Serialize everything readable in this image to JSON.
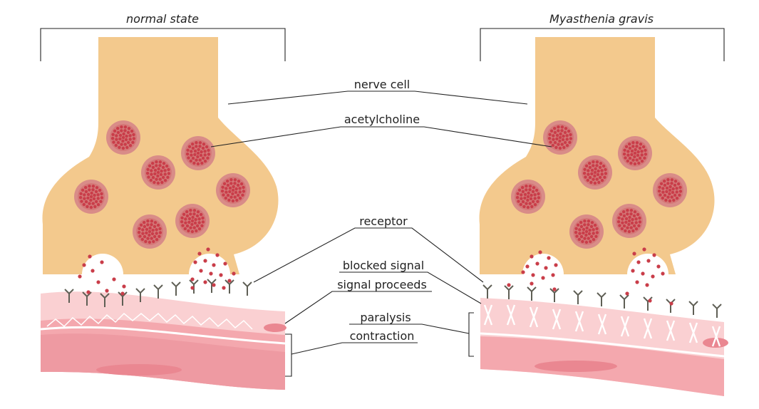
{
  "panels": {
    "left_title": "normal state",
    "right_title": "Myasthenia gravis"
  },
  "labels": {
    "nerve_cell": "nerve cell",
    "acetylcholine": "acetylcholine",
    "receptor": "receptor",
    "blocked_signal": "blocked signal",
    "signal_proceeds": "signal proceeds",
    "paralysis": "paralysis",
    "contraction": "contraction"
  },
  "colors": {
    "nerve": "#f3c98d",
    "vesicle": "#d98c88",
    "acetylcholine_dot": "#c93d49",
    "muscle_light": "#fad0d2",
    "muscle_mid": "#f4a8ae",
    "muscle_dark": "#ea8791",
    "receptor": "#5f5f55",
    "line": "#222222"
  }
}
